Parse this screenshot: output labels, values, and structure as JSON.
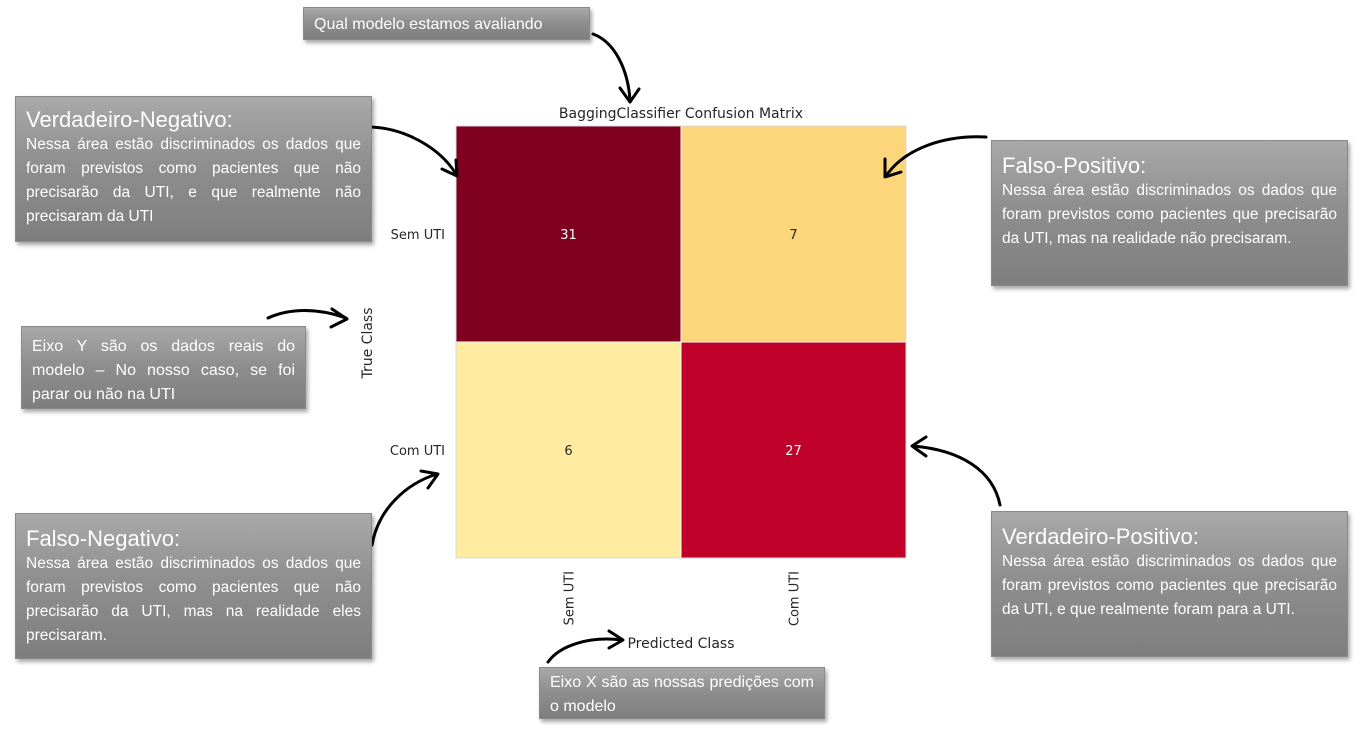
{
  "chart_data": {
    "type": "heatmap",
    "title": "BaggingClassifier Confusion Matrix",
    "xlabel": "Predicted Class",
    "ylabel": "True Class",
    "x_categories": [
      "Sem UTI",
      "Com UTI"
    ],
    "y_categories": [
      "Sem UTI",
      "Com UTI"
    ],
    "values": [
      [
        31,
        7
      ],
      [
        6,
        27
      ]
    ],
    "grid": false,
    "colormap": "YlOrRd",
    "cell_colors": [
      [
        "#800020",
        "#fdd57a"
      ],
      [
        "#ffeca0",
        "#c0012a"
      ]
    ]
  },
  "callouts": {
    "model": {
      "body": "Qual modelo estamos avaliando"
    },
    "tn": {
      "title": "Verdadeiro-Negativo:",
      "body": "Nessa área estão discriminados os dados que foram previstos como pacientes que não precisarão da UTI, e que realmente não precisaram da UTI"
    },
    "fp": {
      "title": "Falso-Positivo:",
      "body": "Nessa área estão discriminados os dados que foram previstos como pacientes que precisarão da UTI, mas na realidade não precisaram."
    },
    "yaxis": {
      "body": "Eixo Y são os dados reais do modelo – No nosso caso, se foi parar ou não na UTI"
    },
    "fn": {
      "title": "Falso-Negativo:",
      "body": "Nessa área estão discriminados os dados que foram previstos como pacientes que não precisarão da UTI, mas na realidade eles precisaram."
    },
    "tp": {
      "title": "Verdadeiro-Positivo:",
      "body": "Nessa área estão discriminados os dados que foram previstos como pacientes que precisarão da UTI, e que realmente foram para a UTI."
    },
    "xaxis": {
      "body": "Eixo X são as nossas predições com o modelo"
    }
  }
}
